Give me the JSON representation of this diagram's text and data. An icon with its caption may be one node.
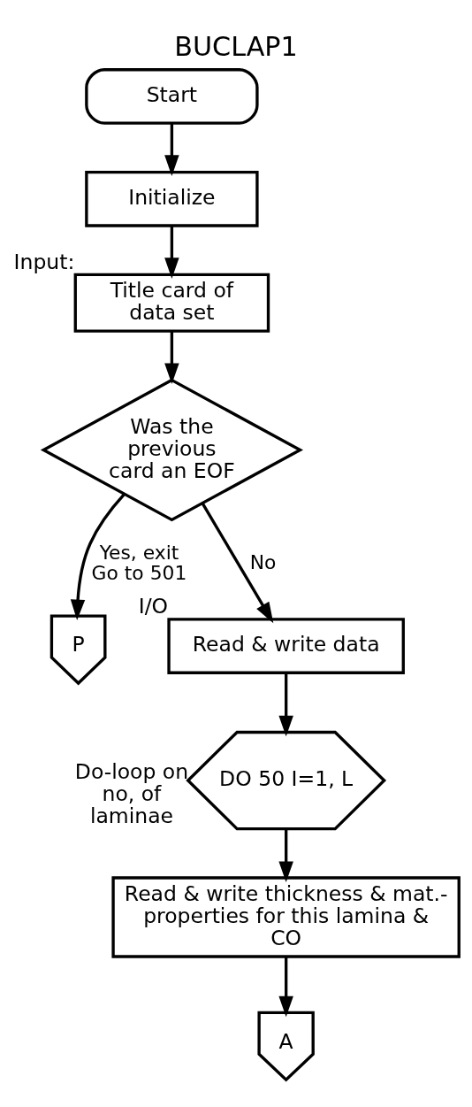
{
  "diagram": {
    "title": "BUCLAP1",
    "nodes": [
      {
        "text": [
          "Start"
        ]
      },
      {
        "text": [
          "Initialize"
        ]
      },
      {
        "text": [
          "Title card of data set"
        ],
        "beside": [
          "Input:"
        ]
      },
      {
        "text": [
          "Was the previous card an EOF"
        ]
      },
      {
        "text": [
          "P"
        ]
      },
      {
        "text": [
          "Read & write data"
        ],
        "beside": [
          "I/O"
        ]
      },
      {
        "text": [
          "DO 50 I=1, L"
        ],
        "beside": [
          "Do-loop on no, of laminae"
        ]
      },
      {
        "text": [
          "Read & write thickness & mat.- properties for this lamina & CO"
        ]
      },
      {
        "text": [
          "A"
        ]
      }
    ],
    "edges": [
      {
        "from": 0,
        "to": 1,
        "arrow": "to"
      },
      {
        "from": 1,
        "to": 2,
        "arrow": "to"
      },
      {
        "from": 2,
        "to": 3,
        "arrow": "to"
      },
      {
        "from": 3,
        "to": 4,
        "arrow": "to",
        "label": "Yes, exit Go to 501"
      },
      {
        "from": 3,
        "to": 5,
        "arrow": "to",
        "label": "No"
      },
      {
        "from": 5,
        "to": 6,
        "arrow": "to"
      },
      {
        "from": 6,
        "to": 7,
        "arrow": "to"
      },
      {
        "from": 7,
        "to": 8,
        "arrow": "to"
      }
    ]
  }
}
